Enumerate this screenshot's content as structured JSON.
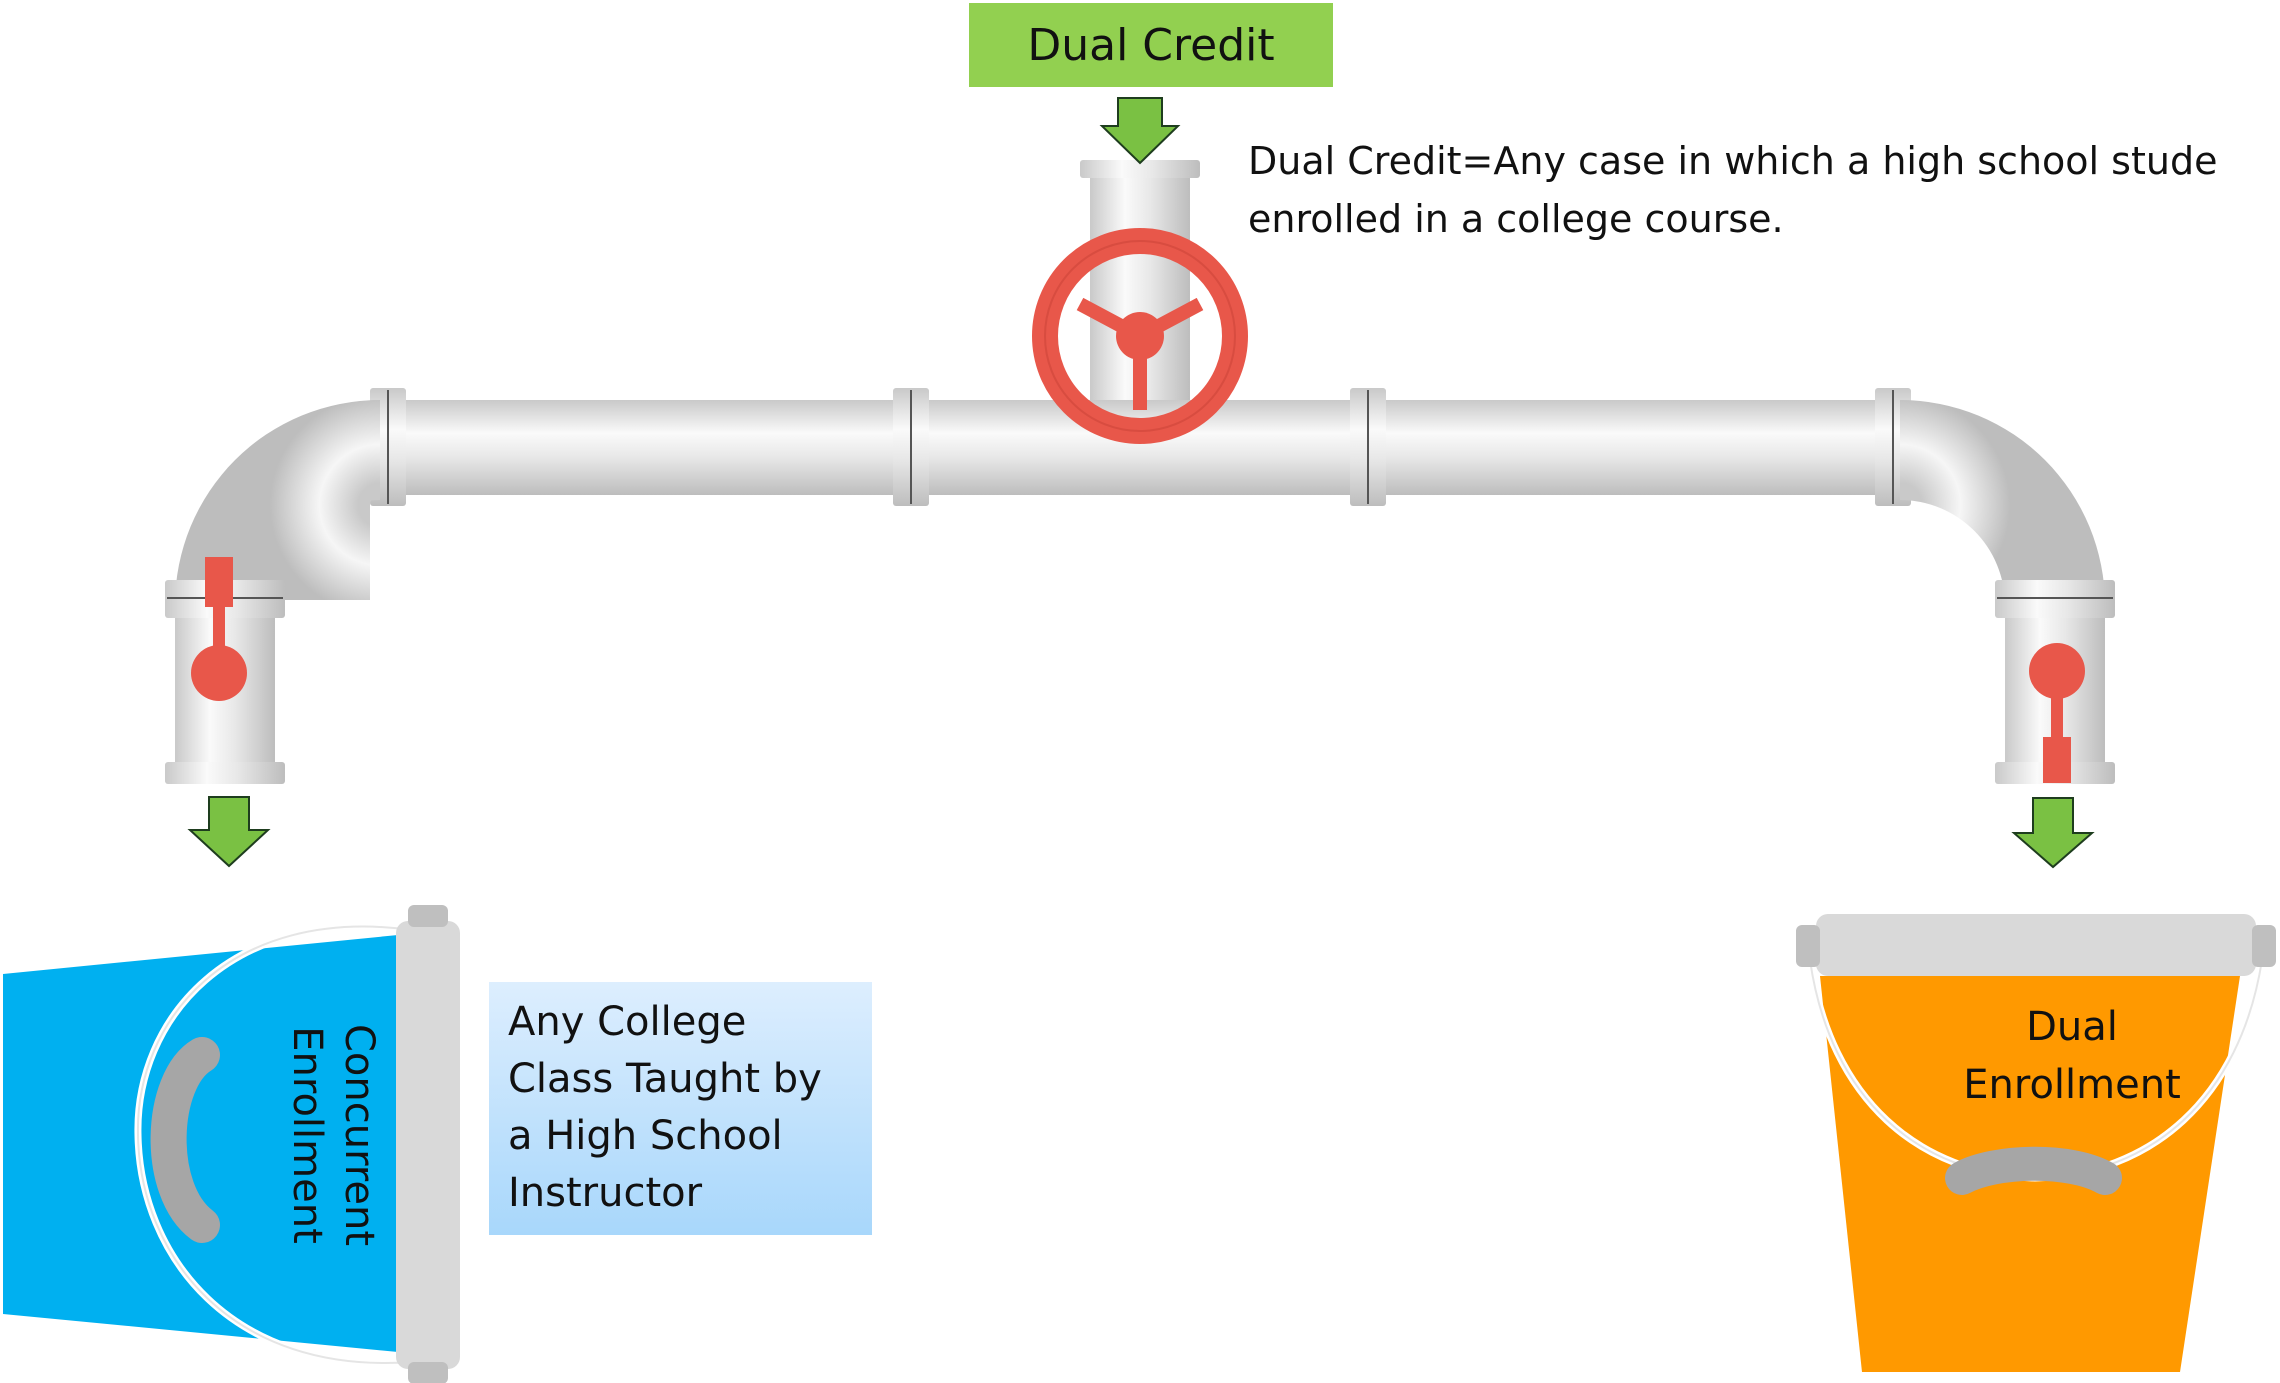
{
  "title": "Dual Credit",
  "definition": {
    "line1": "Dual Credit=Any case in which a high school stude",
    "line2": "enrolled in a college course."
  },
  "buckets": {
    "concurrent": {
      "line1": "Concurrent",
      "line2": "Enrollment",
      "color": "#00b0f0"
    },
    "dual": {
      "line1": "Dual",
      "line2": "Enrollment",
      "color": "#ff9900"
    }
  },
  "note": {
    "line1": "Any College",
    "line2": "Class Taught by",
    "line3": "a High School",
    "line4": "Instructor"
  },
  "colors": {
    "title_bg": "#92d050",
    "arrow": "#7ac143",
    "valve": "#e8574a",
    "pipe": "#e6e6e6"
  }
}
